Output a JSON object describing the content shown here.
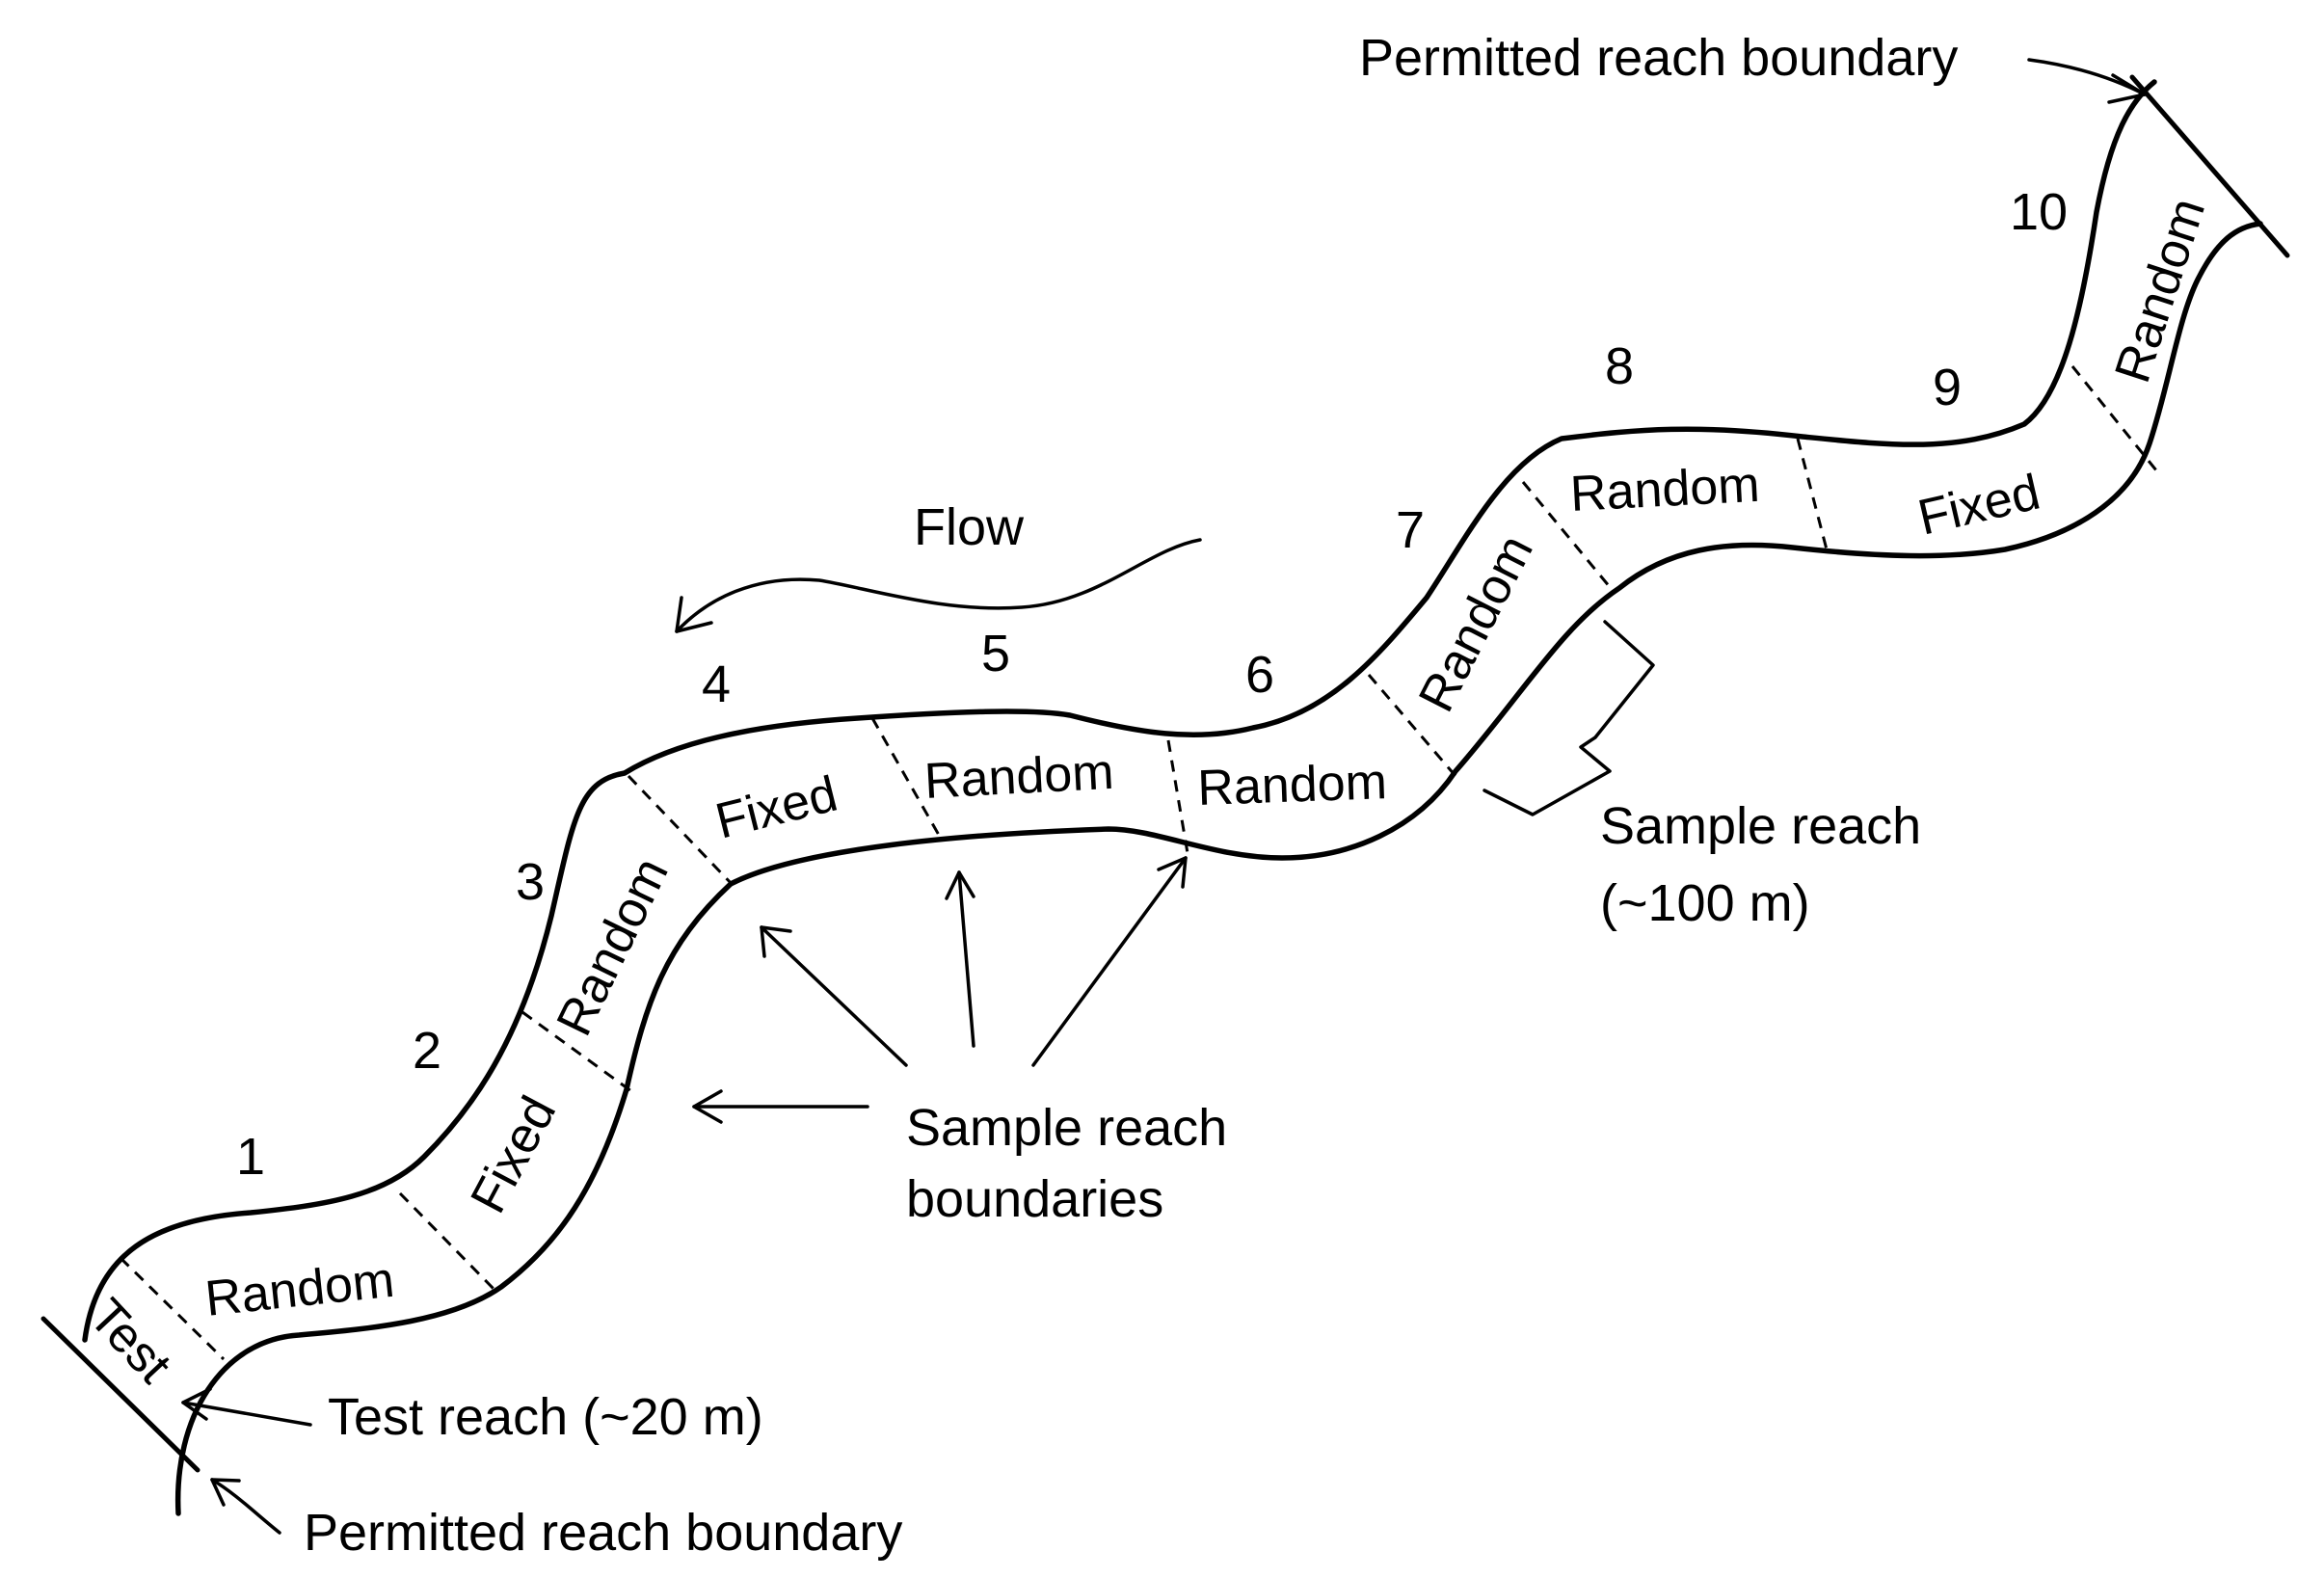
{
  "annotations": {
    "permitted_top": "Permitted reach boundary",
    "permitted_bottom": "Permitted reach boundary",
    "test_reach": "Test reach (~20 m)",
    "flow": "Flow",
    "sample_reach_line1": "Sample reach",
    "sample_reach_line2": "(~100 m)",
    "boundaries_line1": "Sample reach",
    "boundaries_line2": "boundaries"
  },
  "segment_numbers": [
    "1",
    "2",
    "3",
    "4",
    "5",
    "6",
    "7",
    "8",
    "9",
    "10"
  ],
  "reach_labels": {
    "test": "Test",
    "r1": "Random",
    "r2": "Fixed",
    "r3": "Random",
    "r4": "Fixed",
    "r5": "Random",
    "r6": "Random",
    "r7": "Random",
    "r8": "Random",
    "r9": "Fixed",
    "r10": "Random"
  }
}
